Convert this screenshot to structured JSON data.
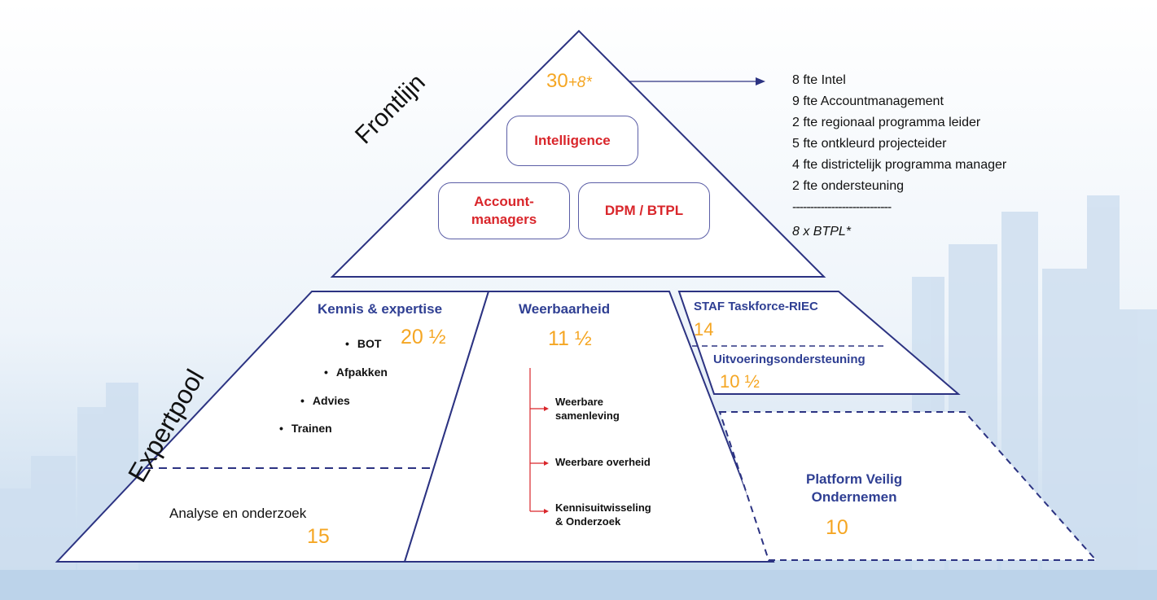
{
  "frontlijn": {
    "label": "Frontlijn",
    "count": "30",
    "count_extra": "+8*",
    "boxes": {
      "intelligence": "Intelligence",
      "accountmanagers_1": "Account-",
      "accountmanagers_2": "managers",
      "dpm": "DPM / BTPL"
    }
  },
  "frontlijn_breakdown": {
    "lines": [
      "8 fte Intel",
      "9 fte Accountmanagement",
      "2 fte regionaal programma leider",
      "5 fte ontkleurd projecteider",
      "4 fte districtelijk programma manager",
      "2 fte ondersteuning"
    ],
    "separator": "----------------------------",
    "footnote": "8 x BTPL*"
  },
  "expertpool": {
    "label": "Expertpool",
    "kennis": {
      "title": "Kennis & expertise",
      "count": "20 ½",
      "items": [
        "BOT",
        "Afpakken",
        "Advies",
        "Trainen"
      ]
    },
    "analyse": {
      "title": "Analyse en onderzoek",
      "count": "15"
    },
    "weerbaarheid": {
      "title": "Weerbaarheid",
      "count": "11 ½",
      "items": [
        {
          "l1": "Weerbare",
          "l2": "samenleving"
        },
        {
          "l1": "Weerbare overheid",
          "l2": ""
        },
        {
          "l1": "Kennisuitwisseling",
          "l2": "& Onderzoek"
        }
      ]
    }
  },
  "staf": {
    "title": "STAF Taskforce-RIEC",
    "count": "14",
    "uitvoering_title": "Uitvoeringsondersteuning",
    "uitvoering_count": "10 ½"
  },
  "platform": {
    "title_1": "Platform Veilig",
    "title_2": "Ondernemen",
    "count": "10"
  },
  "colors": {
    "accent_orange": "#f5a623",
    "accent_red": "#d9262b",
    "title_blue": "#2f3f93",
    "outline": "#2c3382",
    "sky": "#c9dcee"
  }
}
